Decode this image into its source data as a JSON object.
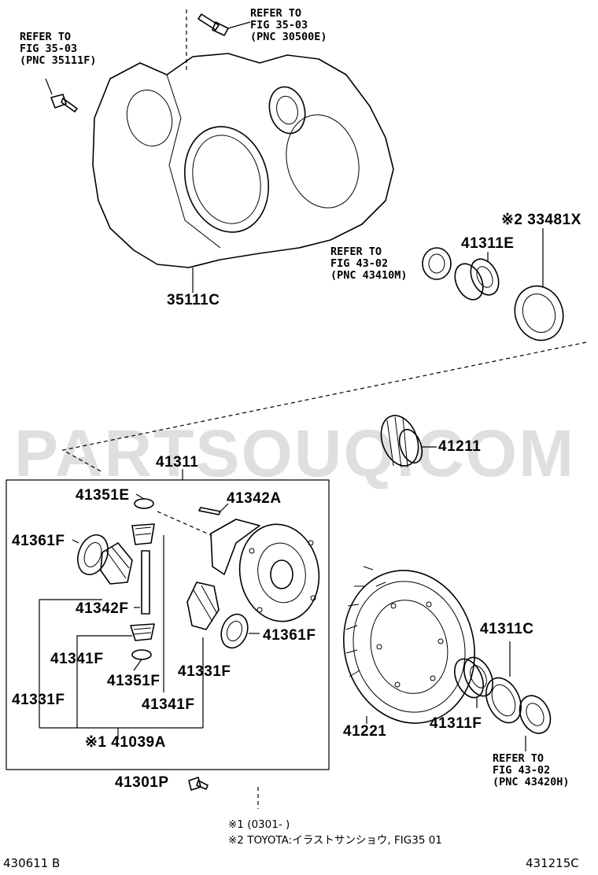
{
  "labels": {
    "p35111c": "35111C",
    "p33481x": "※2 33481X",
    "p41311e": "41311E",
    "p41211": "41211",
    "p41311": "41311",
    "p41351e": "41351E",
    "p41342a": "41342A",
    "p41361f_a": "41361F",
    "p41342f": "41342F",
    "p41361f_b": "41361F",
    "p41341f_a": "41341F",
    "p41351f": "41351F",
    "p41331f_a": "41331F",
    "p41331f_b": "41331F",
    "p41341f_b": "41341F",
    "p41039a": "※1 41039A",
    "p41221": "41221",
    "p41311c": "41311C",
    "p41311f": "41311F",
    "p41301p": "41301P"
  },
  "refs": {
    "fig3503_top": "REFER TO\nFIG 35-03\n(PNC 30500E)",
    "fig3503_left": "REFER TO\nFIG 35-03\n(PNC 35111F)",
    "fig4302_upper": "REFER TO\nFIG 43-02\n(PNC 43410M)",
    "fig4302_lower": "REFER TO\nFIG 43-02\n(PNC 43420H)"
  },
  "notes": {
    "note1": "※1 (0301-        )",
    "note2": "※2 TOYOTA:イラストサンショウ, FIG35 01"
  },
  "codes": {
    "left": "430611 B",
    "right": "431215C"
  },
  "watermark": "PARTSOUQ.COM"
}
